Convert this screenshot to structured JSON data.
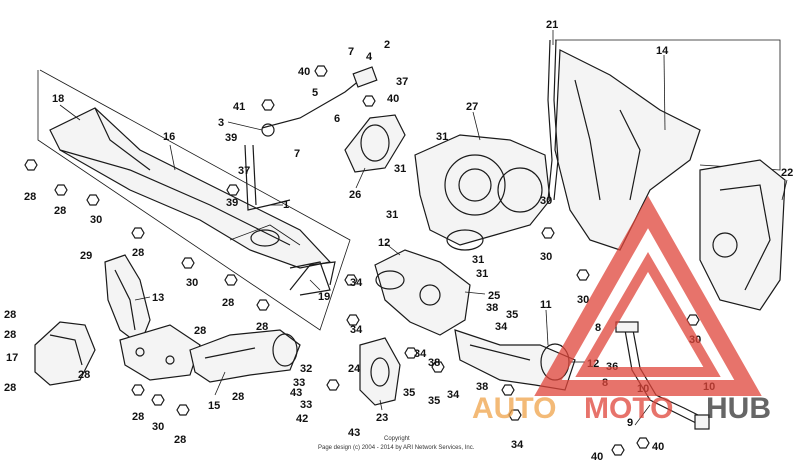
{
  "diagram": {
    "callouts": [
      {
        "id": "c1",
        "text": "1"
      },
      {
        "id": "c2",
        "text": "2"
      },
      {
        "id": "c3",
        "text": "3"
      },
      {
        "id": "c4",
        "text": "4"
      },
      {
        "id": "c5",
        "text": "5"
      },
      {
        "id": "c6",
        "text": "6"
      },
      {
        "id": "c7a",
        "text": "7"
      },
      {
        "id": "c7b",
        "text": "7"
      },
      {
        "id": "c8a",
        "text": "8"
      },
      {
        "id": "c8b",
        "text": "8"
      },
      {
        "id": "c9",
        "text": "9"
      },
      {
        "id": "c10a",
        "text": "10"
      },
      {
        "id": "c10b",
        "text": "10"
      },
      {
        "id": "c11",
        "text": "11"
      },
      {
        "id": "c12a",
        "text": "12"
      },
      {
        "id": "c12b",
        "text": "12"
      },
      {
        "id": "c13",
        "text": "13"
      },
      {
        "id": "c14",
        "text": "14"
      },
      {
        "id": "c15",
        "text": "15"
      },
      {
        "id": "c16",
        "text": "16"
      },
      {
        "id": "c17",
        "text": "17"
      },
      {
        "id": "c18",
        "text": "18"
      },
      {
        "id": "c19",
        "text": "19"
      },
      {
        "id": "c21",
        "text": "21"
      },
      {
        "id": "c22",
        "text": "22"
      },
      {
        "id": "c23",
        "text": "23"
      },
      {
        "id": "c24",
        "text": "24"
      },
      {
        "id": "c25",
        "text": "25"
      },
      {
        "id": "c26",
        "text": "26"
      },
      {
        "id": "c27",
        "text": "27"
      },
      {
        "id": "c28a",
        "text": "28"
      },
      {
        "id": "c28b",
        "text": "28"
      },
      {
        "id": "c28c",
        "text": "28"
      },
      {
        "id": "c28d",
        "text": "28"
      },
      {
        "id": "c28e",
        "text": "28"
      },
      {
        "id": "c28f",
        "text": "28"
      },
      {
        "id": "c28g",
        "text": "28"
      },
      {
        "id": "c28h",
        "text": "28"
      },
      {
        "id": "c28i",
        "text": "28"
      },
      {
        "id": "c28j",
        "text": "28"
      },
      {
        "id": "c28k",
        "text": "28"
      },
      {
        "id": "c28l",
        "text": "28"
      },
      {
        "id": "c28m",
        "text": "28"
      },
      {
        "id": "c29",
        "text": "29"
      },
      {
        "id": "c30a",
        "text": "30"
      },
      {
        "id": "c30b",
        "text": "30"
      },
      {
        "id": "c30c",
        "text": "30"
      },
      {
        "id": "c30d",
        "text": "30"
      },
      {
        "id": "c30e",
        "text": "30"
      },
      {
        "id": "c30f",
        "text": "30"
      },
      {
        "id": "c30g",
        "text": "30"
      },
      {
        "id": "c31a",
        "text": "31"
      },
      {
        "id": "c31b",
        "text": "31"
      },
      {
        "id": "c31c",
        "text": "31"
      },
      {
        "id": "c31d",
        "text": "31"
      },
      {
        "id": "c31e",
        "text": "31"
      },
      {
        "id": "c32",
        "text": "32"
      },
      {
        "id": "c33a",
        "text": "33"
      },
      {
        "id": "c33b",
        "text": "33"
      },
      {
        "id": "c34a",
        "text": "34"
      },
      {
        "id": "c34b",
        "text": "34"
      },
      {
        "id": "c34c",
        "text": "34"
      },
      {
        "id": "c34d",
        "text": "34"
      },
      {
        "id": "c34e",
        "text": "34"
      },
      {
        "id": "c34f",
        "text": "34"
      },
      {
        "id": "c35a",
        "text": "35"
      },
      {
        "id": "c35b",
        "text": "35"
      },
      {
        "id": "c35c",
        "text": "35"
      },
      {
        "id": "c36",
        "text": "36"
      },
      {
        "id": "c37a",
        "text": "37"
      },
      {
        "id": "c37b",
        "text": "37"
      },
      {
        "id": "c38a",
        "text": "38"
      },
      {
        "id": "c38b",
        "text": "38"
      },
      {
        "id": "c38c",
        "text": "38"
      },
      {
        "id": "c39a",
        "text": "39"
      },
      {
        "id": "c39b",
        "text": "39"
      },
      {
        "id": "c40a",
        "text": "40"
      },
      {
        "id": "c40b",
        "text": "40"
      },
      {
        "id": "c40c",
        "text": "40"
      },
      {
        "id": "c40d",
        "text": "40"
      },
      {
        "id": "c41",
        "text": "41"
      },
      {
        "id": "c42",
        "text": "42"
      },
      {
        "id": "c43a",
        "text": "43"
      },
      {
        "id": "c43b",
        "text": "43"
      }
    ],
    "copyright_line1": "Copyright",
    "copyright_line2": "Page design (c) 2004 - 2014 by ARI Network Services, Inc."
  },
  "watermark": {
    "text_auto": "AUTO",
    "text_moto": "MOTO",
    "text_hub": "HUB",
    "color_primary": "#e0453a",
    "color_secondary": "#f0a34a",
    "color_dark": "#333333"
  }
}
